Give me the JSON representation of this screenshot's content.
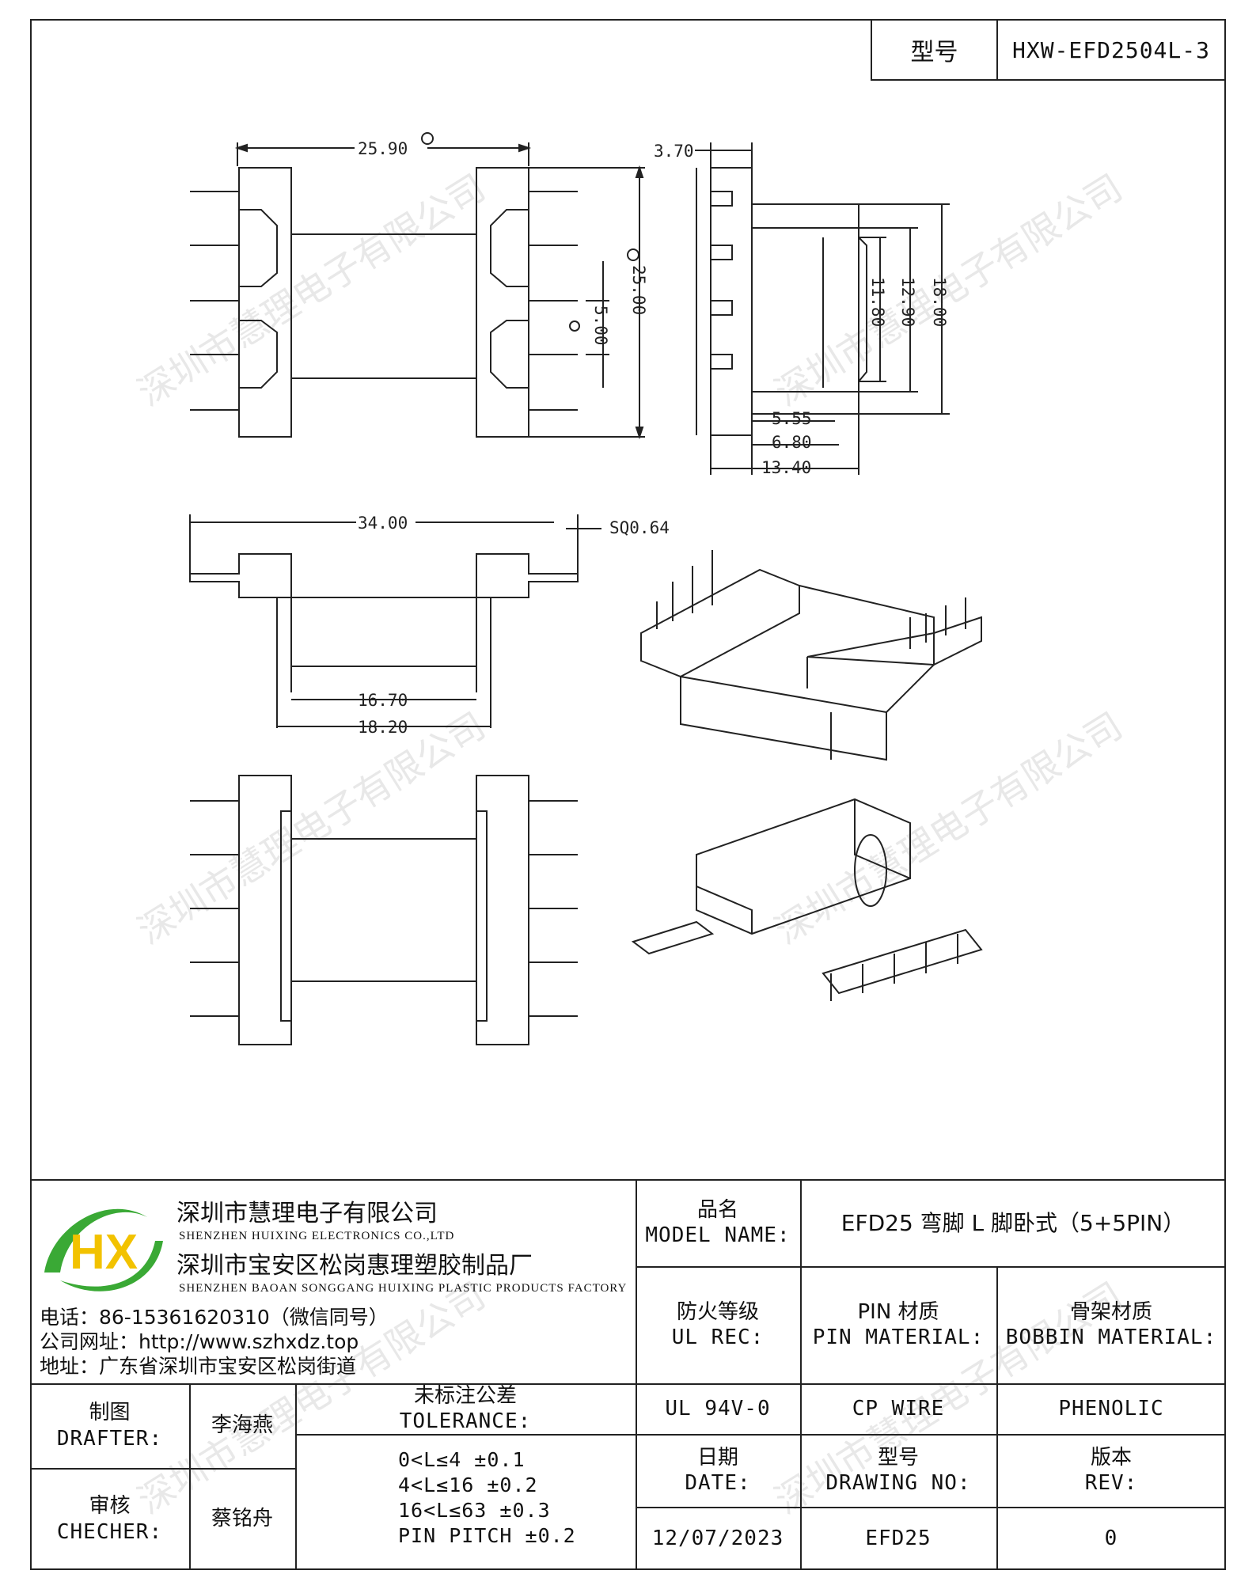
{
  "header": {
    "model_label": "型号",
    "model_value": "HXW-EFD2504L-3"
  },
  "dimensions": {
    "top_width": "25.90",
    "top_height": "25.00",
    "pin_gap": "5.00",
    "side_top": "3.70",
    "side_h1": "11.80",
    "side_h2": "12.90",
    "side_h3": "18.00",
    "side_w1": "5.55",
    "side_w2": "6.80",
    "side_w3": "13.40",
    "front_width": "34.00",
    "pin_square": "SQ0.64",
    "front_inner": "16.70",
    "front_outer": "18.20"
  },
  "watermark": "深圳市慧理电子有限公司",
  "company": {
    "logo_letters": "HX",
    "name_cn": "深圳市慧理电子有限公司",
    "name_en": "SHENZHEN HUIXING ELECTRONICS CO.,LTD",
    "factory_cn": "深圳市宝安区松岗惠理塑胶制品厂",
    "factory_en": "SHENZHEN BAOAN SONGGANG HUIXING PLASTIC PRODUCTS FACTORY",
    "phone": "电话：86-15361620310（微信同号）",
    "website": "公司网址：http://www.szhxdz.top",
    "address": "地址：广东省深圳市宝安区松岗街道"
  },
  "title_block": {
    "model_name_cn": "品名",
    "model_name_en": "MODEL NAME:",
    "model_name_value": "EFD25 弯脚 L 脚卧式（5+5PIN）",
    "ul_cn": "防火等级",
    "ul_en": "UL REC:",
    "ul_value": "UL 94V-0",
    "pin_mat_cn": "PIN 材质",
    "pin_mat_en": "PIN MATERIAL:",
    "pin_mat_value": "CP WIRE",
    "bobbin_cn": "骨架材质",
    "bobbin_en": "BOBBIN MATERIAL:",
    "bobbin_value": "PHENOLIC",
    "drafter_cn": "制图",
    "drafter_en": "DRAFTER:",
    "drafter_name": "李海燕",
    "checker_cn": "审核",
    "checker_en": "CHECHER:",
    "checker_name": "蔡铭舟",
    "tolerance_cn": "未标注公差",
    "tolerance_en": "TOLERANCE:",
    "tolerance_lines": [
      "0<L≤4   ±0.1",
      "4<L≤16  ±0.2",
      "16<L≤63  ±0.3",
      "PIN PITCH  ±0.2"
    ],
    "date_cn": "日期",
    "date_en": "DATE:",
    "date_value": "12/07/2023",
    "drawing_no_cn": "型号",
    "drawing_no_en": "DRAWING NO:",
    "drawing_no_value": "EFD25",
    "rev_cn": "版本",
    "rev_en": "REV:",
    "rev_value": "0"
  },
  "colors": {
    "logo_green": "#3aa935",
    "logo_yellow": "#f2c200",
    "line": "#222222"
  }
}
